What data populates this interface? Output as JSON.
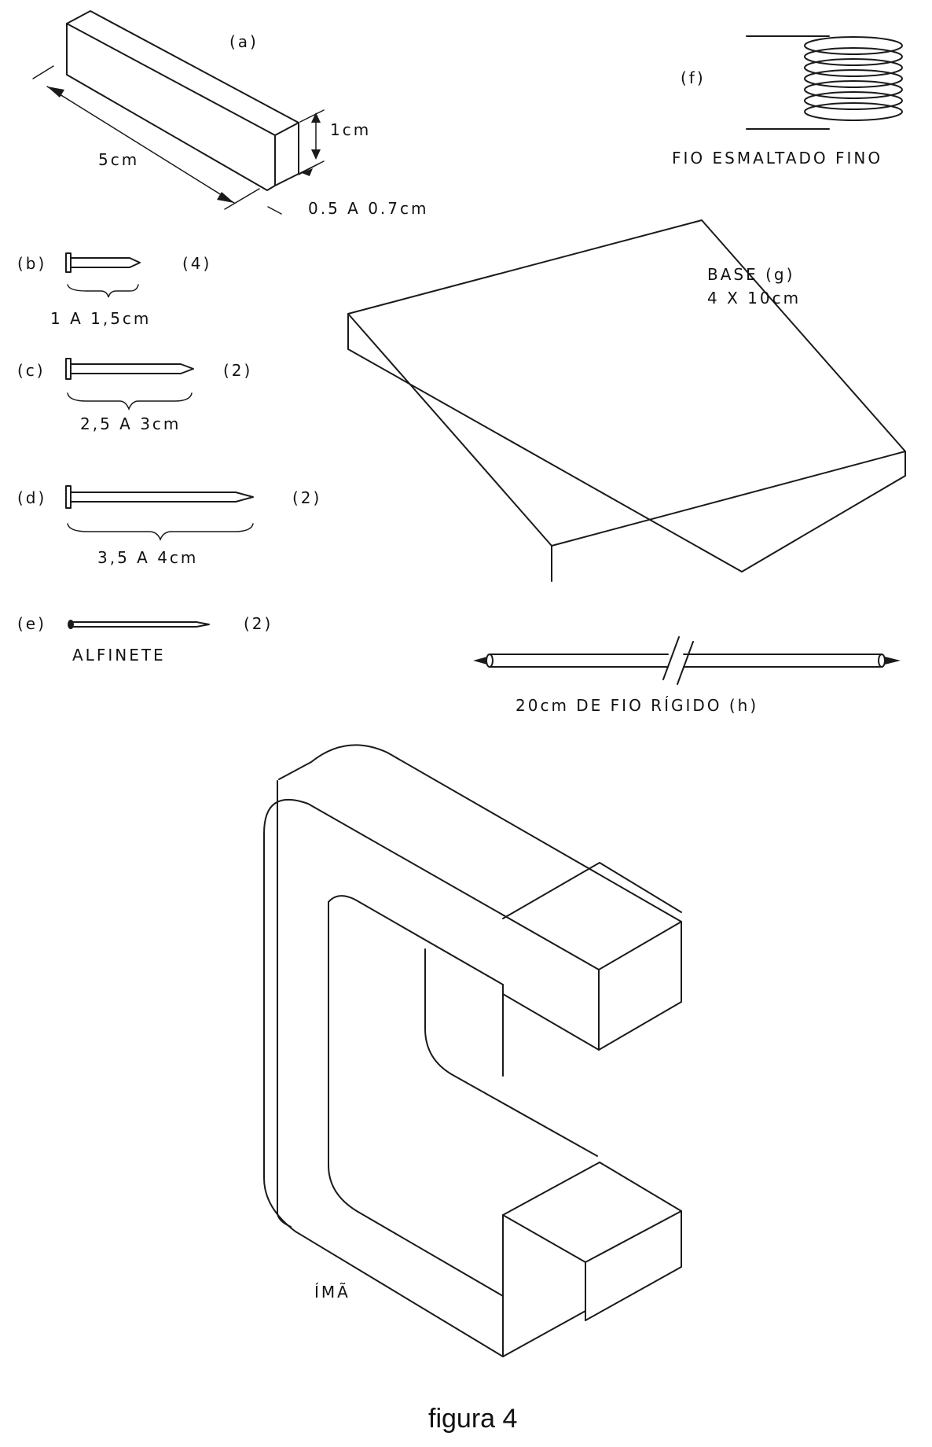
{
  "labels": {
    "a": "(a)",
    "dim_length": "5cm",
    "dim_height": "1cm",
    "dim_thickness": "0.5 A 0.7cm",
    "f": "(f)",
    "f_caption": "FIO ESMALTADO FINO",
    "b": "(b)",
    "b_qty": "(4)",
    "b_dim": "1 A 1,5cm",
    "c": "(c)",
    "c_qty": "(2)",
    "c_dim": "2,5 A 3cm",
    "d": "(d)",
    "d_qty": "(2)",
    "d_dim": "3,5 A 4cm",
    "e": "(e)",
    "e_qty": "(2)",
    "e_caption": "ALFINETE",
    "base_title": "BASE (g)",
    "base_dim": "4 X 10cm",
    "h_caption": "20cm DE FIO RÍGIDO (h)",
    "magnet": "ÍMÃ",
    "figure": "figura 4"
  }
}
